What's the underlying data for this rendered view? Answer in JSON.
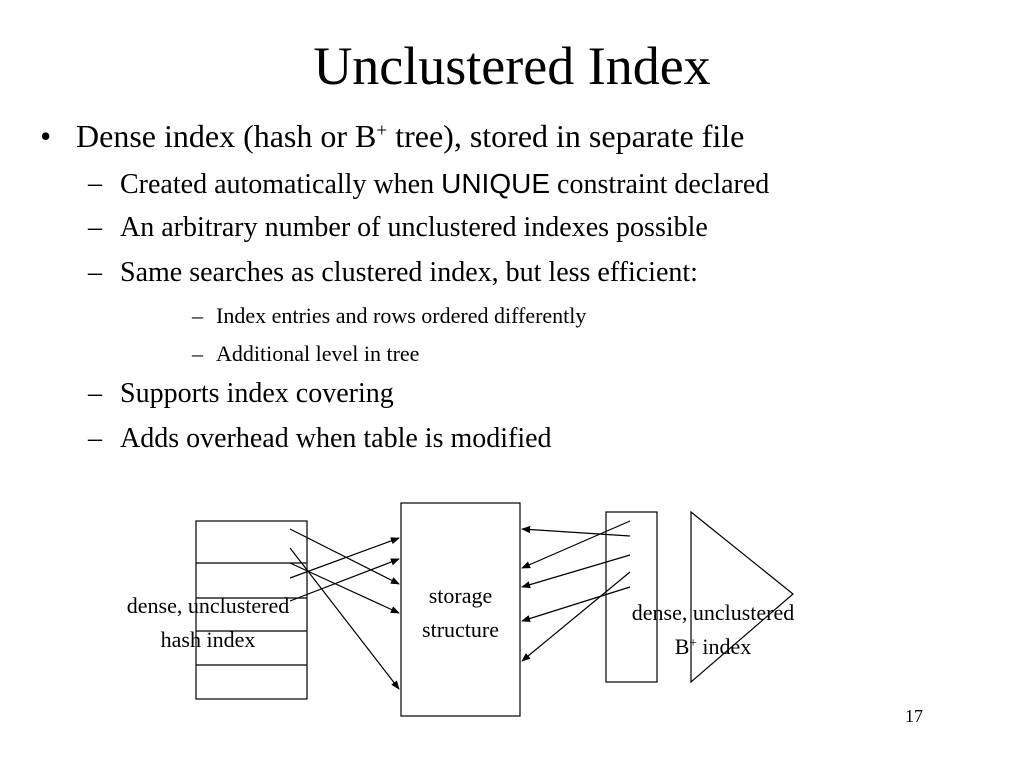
{
  "slide": {
    "title": "Unclustered Index",
    "page_number": "17"
  },
  "bullets": {
    "main": {
      "marker": "•",
      "text_before": "Dense index (hash or B",
      "sup": "+",
      "text_after": " tree), stored in separate file"
    },
    "sub": [
      {
        "marker": "–",
        "before": "Created automatically when ",
        "code": "UNIQUE",
        "after": " constraint declared"
      },
      {
        "marker": "–",
        "text": "An arbitrary number of unclustered indexes possible"
      },
      {
        "marker": "–",
        "text": "Same searches as clustered index, but less efficient:"
      }
    ],
    "subsub": [
      {
        "marker": "–",
        "text": "Index entries and rows ordered differently"
      },
      {
        "marker": "–",
        "text": "Additional level in  tree"
      }
    ],
    "sub2": [
      {
        "marker": "–",
        "text": "Supports index covering"
      },
      {
        "marker": "–",
        "text": "Adds overhead when table is modified"
      }
    ]
  },
  "diagram": {
    "hash_label_line1": "dense, unclustered",
    "hash_label_line2": "hash index",
    "storage_label_line1": "storage",
    "storage_label_line2": "structure",
    "btree_label_line1": "dense, unclustered",
    "btree_label_line2_before": "B",
    "btree_label_line2_sup": "+",
    "btree_label_line2_after": " index"
  }
}
